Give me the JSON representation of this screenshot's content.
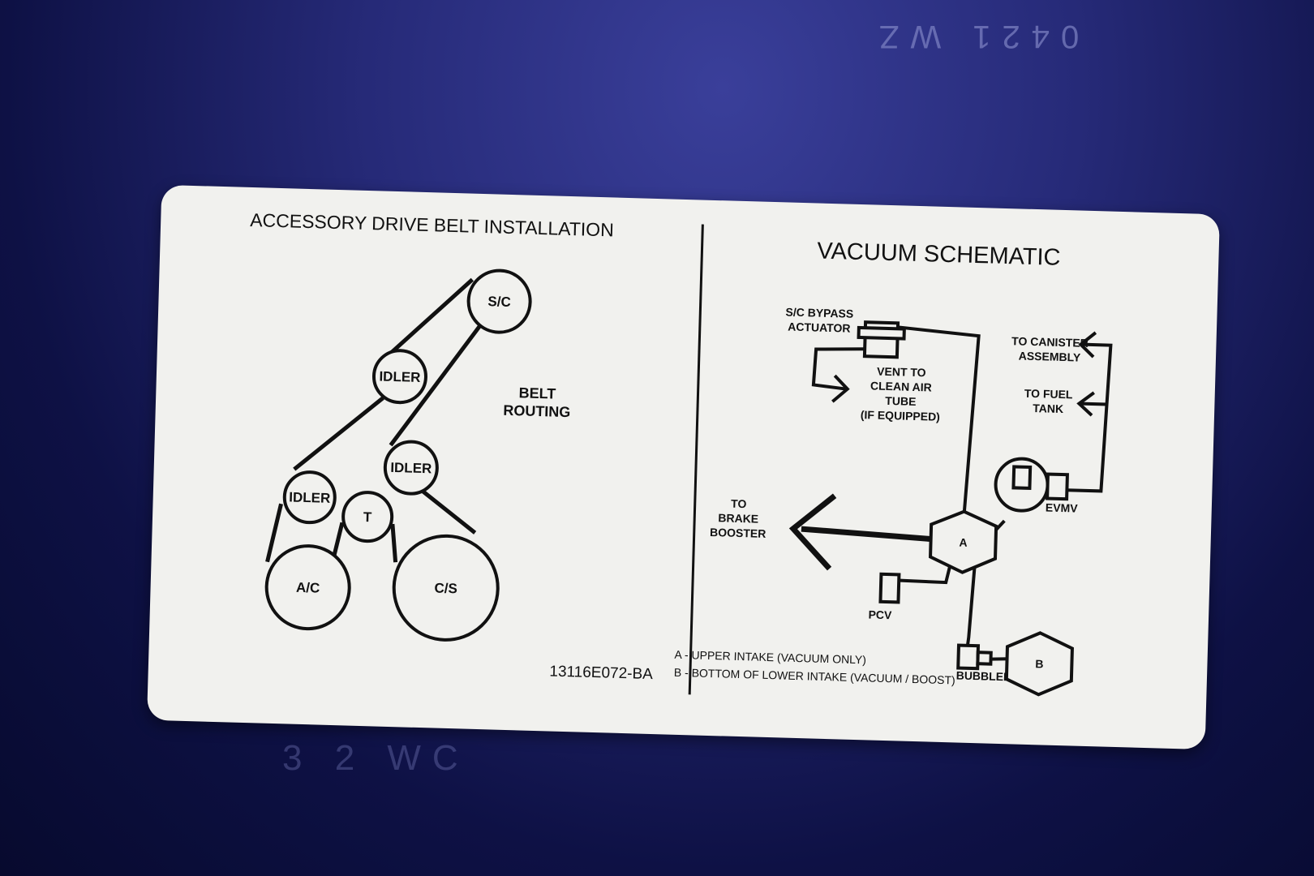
{
  "stamps": {
    "top": "0421 WZ",
    "bottom": "3 2 WC"
  },
  "belt_panel": {
    "title": "ACCESSORY DRIVE BELT INSTALLATION",
    "routing_label": [
      "BELT",
      "ROUTING"
    ],
    "pulleys": {
      "sc": "S/C",
      "idler_top": "IDLER",
      "idler_mid": "IDLER",
      "idler_left": "IDLER",
      "tensioner": "T",
      "ac": "A/C",
      "crank": "C/S"
    },
    "part_number": "13116E072-BA"
  },
  "vacuum_panel": {
    "title": "VACUUM SCHEMATIC",
    "bypass_actuator": [
      "S/C BYPASS",
      "ACTUATOR"
    ],
    "vent": [
      "VENT TO",
      "CLEAN AIR",
      "TUBE",
      "(IF EQUIPPED)"
    ],
    "canister": [
      "TO CANISTER",
      "ASSEMBLY"
    ],
    "fuel_tank": [
      "TO FUEL",
      "TANK"
    ],
    "brake_booster": [
      "TO",
      "BRAKE",
      "BOOSTER"
    ],
    "evmv": "EVMV",
    "pcv": "PCV",
    "bubbler": "BUBBLER",
    "node_a": "A",
    "node_b": "B",
    "legend_a": "A - UPPER INTAKE (VACUUM ONLY)",
    "legend_b": "B - BOTTOM OF LOWER INTAKE (VACUUM / BOOST)"
  }
}
